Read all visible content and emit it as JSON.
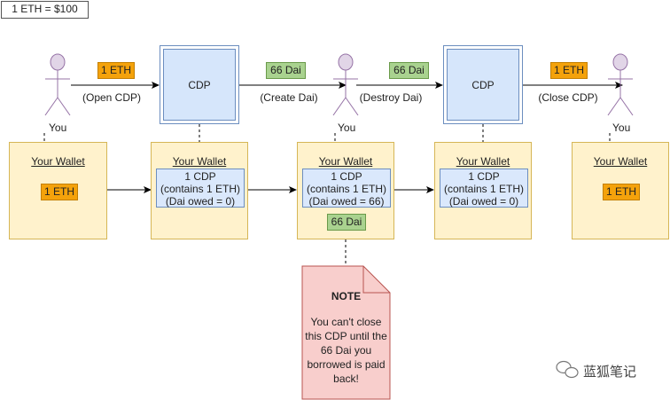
{
  "rate_label": "1 ETH = $100",
  "actors": [
    {
      "label": "You"
    },
    {
      "label": "You"
    },
    {
      "label": "You"
    }
  ],
  "edges": {
    "open_cdp": "(Open CDP)",
    "create_dai": "(Create Dai)",
    "destroy_dai": "(Destroy Dai)",
    "close_cdp": "(Close CDP)"
  },
  "flow_tags": {
    "eth_in": "1 ETH",
    "dai_out": "66 Dai",
    "dai_in": "66 Dai",
    "eth_out": "1 ETH"
  },
  "cdp_boxes": [
    {
      "label": "CDP"
    },
    {
      "label": "CDP"
    }
  ],
  "wallets": [
    {
      "title": "Your Wallet",
      "eth": "1 ETH"
    },
    {
      "title": "Your Wallet",
      "cdp_lines": [
        "1 CDP",
        "(contains 1 ETH)",
        "(Dai owed = 0)"
      ]
    },
    {
      "title": "Your Wallet",
      "cdp_lines": [
        "1 CDP",
        "(contains 1 ETH)",
        "(Dai owed = 66)"
      ],
      "dai": "66 Dai"
    },
    {
      "title": "Your Wallet",
      "cdp_lines": [
        "1 CDP",
        "(contains 1 ETH)",
        "(Dai owed = 0)"
      ]
    },
    {
      "title": "Your Wallet",
      "eth": "1 ETH"
    }
  ],
  "note": {
    "title": "NOTE",
    "lines": [
      "You can't close",
      "this CDP until the",
      "66 Dai you",
      "borrowed is paid",
      "back!"
    ]
  },
  "watermark": "蓝狐笔记",
  "colors": {
    "eth_fill": "#f4a20b",
    "dai_fill": "#a9d28f",
    "cdp_fill": "#d6e6fb",
    "wallet_fill": "#fff2cc",
    "note_fill": "#f8cecc",
    "actor_fill": "#e1d5e7"
  },
  "icons": [
    "stick-figure-icon",
    "arrow-icon",
    "wechat-icon"
  ]
}
